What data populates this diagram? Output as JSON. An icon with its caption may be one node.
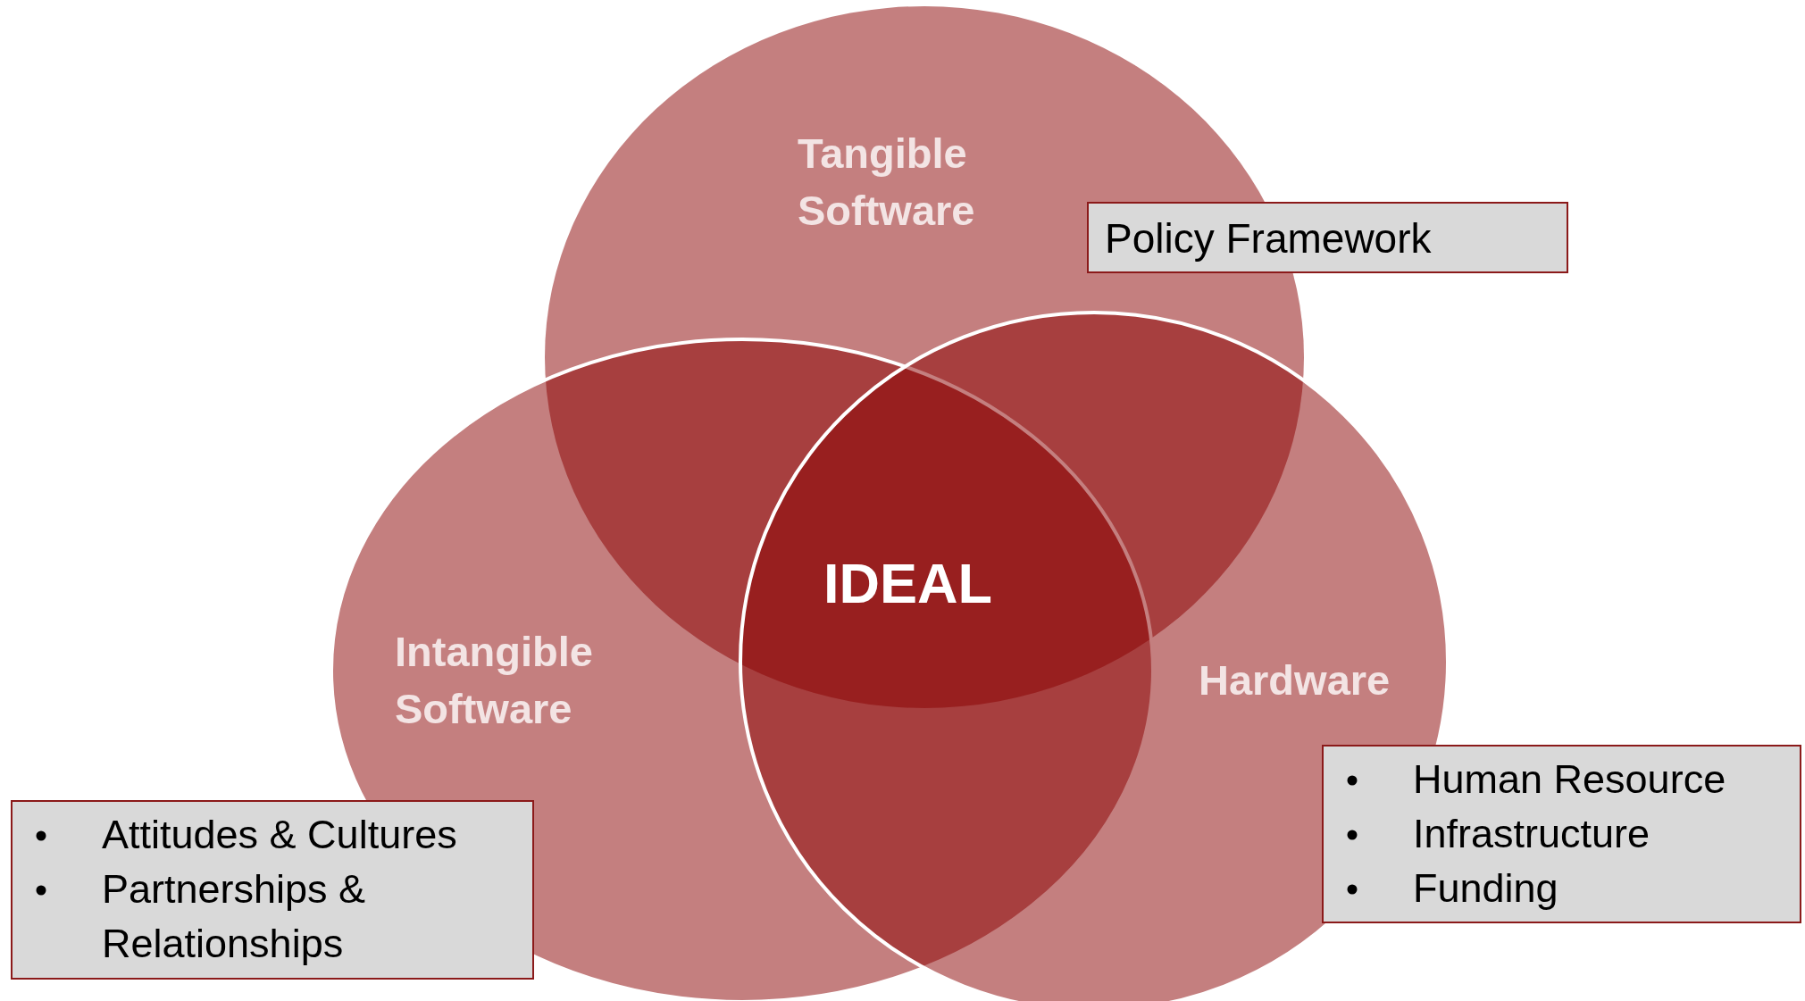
{
  "diagram": {
    "nodes": [
      {
        "text": [
          "Tangible Software"
        ]
      },
      {
        "text": [
          "Intangible Software"
        ]
      },
      {
        "text": [
          "Hardware"
        ]
      },
      {
        "text": [
          "Policy Framework"
        ]
      },
      {
        "text": [
          "Attitudes & Cultures",
          "Partnerships & Relationships"
        ]
      },
      {
        "text": [
          "Human Resource",
          "Infrastructure",
          "Funding"
        ]
      }
    ],
    "labels": [
      "IDEAL"
    ]
  }
}
